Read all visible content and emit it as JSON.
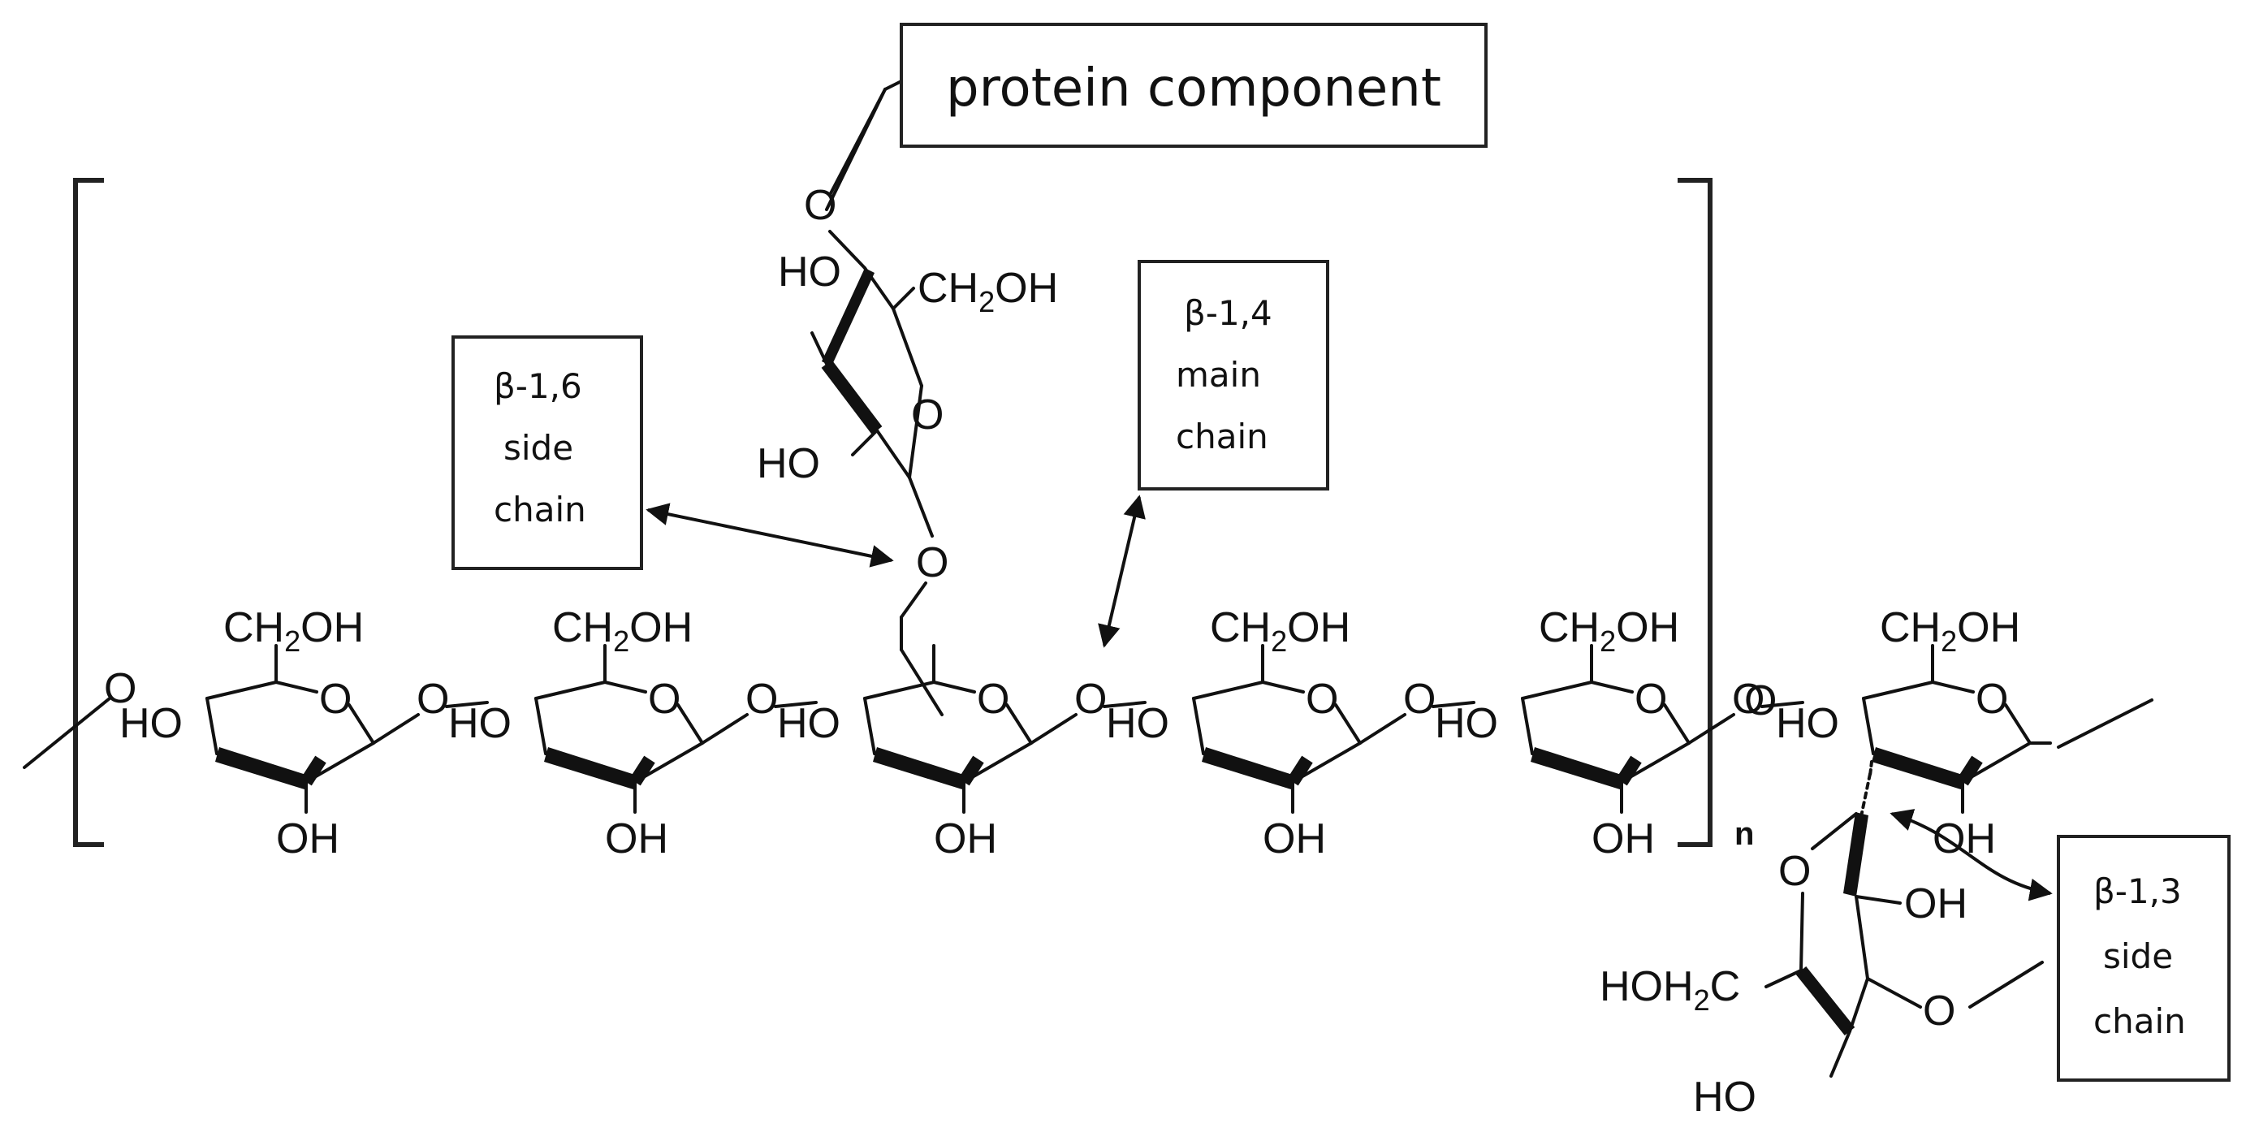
{
  "labels": {
    "protein": "protein component",
    "b16": [
      "β-1,6",
      "side",
      "chain"
    ],
    "b14": [
      "β-1,4",
      "main",
      "chain"
    ],
    "b13": [
      "β-1,3",
      "side",
      "chain"
    ]
  },
  "atoms": {
    "ch2oh": "CH2OH",
    "ho": "HO",
    "oh": "OH",
    "o": "O",
    "hoh2c": "HOH2C",
    "n": "n"
  }
}
